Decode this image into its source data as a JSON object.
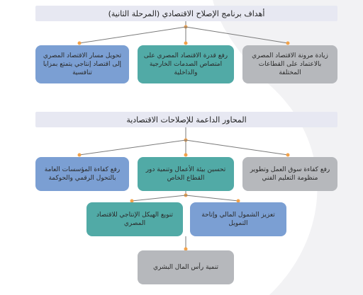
{
  "section1": {
    "title": "أهداف برنامج الإصلاح الاقتصادي (المرحلة الثانية)",
    "goals": [
      "زيادة مرونة الاقتصاد المصري بالاعتماد على القطاعات المختلفة",
      "رفع قدرة الاقتصاد المصري على امتصاص الصدمات الخارجية والداخلية",
      "تحويل مسار الاقتصاد المصري إلى اقتصاد إنتاجي يتمتع بمزايا تنافسية"
    ]
  },
  "section2": {
    "title": "المحاور الداعمة للإصلاحات الاقتصادية",
    "row1": [
      "رفع كفاءة سوق العمل وتطوير منظومة التعليم الفني",
      "تحسين بيئة الأعمال وتنمية دور القطاع الخاص",
      "رفع كفاءة المؤسسات العامة بالتحول الرقمي والحوكمة"
    ],
    "row2": [
      "تعزيز الشمول المالي وإتاحة التمويل",
      "تنويع الهيكل الإنتاجي للاقتصاد المصري"
    ],
    "row3": [
      "تنمية رأس المال البشري"
    ]
  },
  "colors": {
    "blue": "#7b9fd3",
    "green": "#51aaa6",
    "gray": "#b6b8bc",
    "header_bg": "#e7e8f2",
    "connector": "#7a7a7a",
    "node": "#f2a24a"
  }
}
